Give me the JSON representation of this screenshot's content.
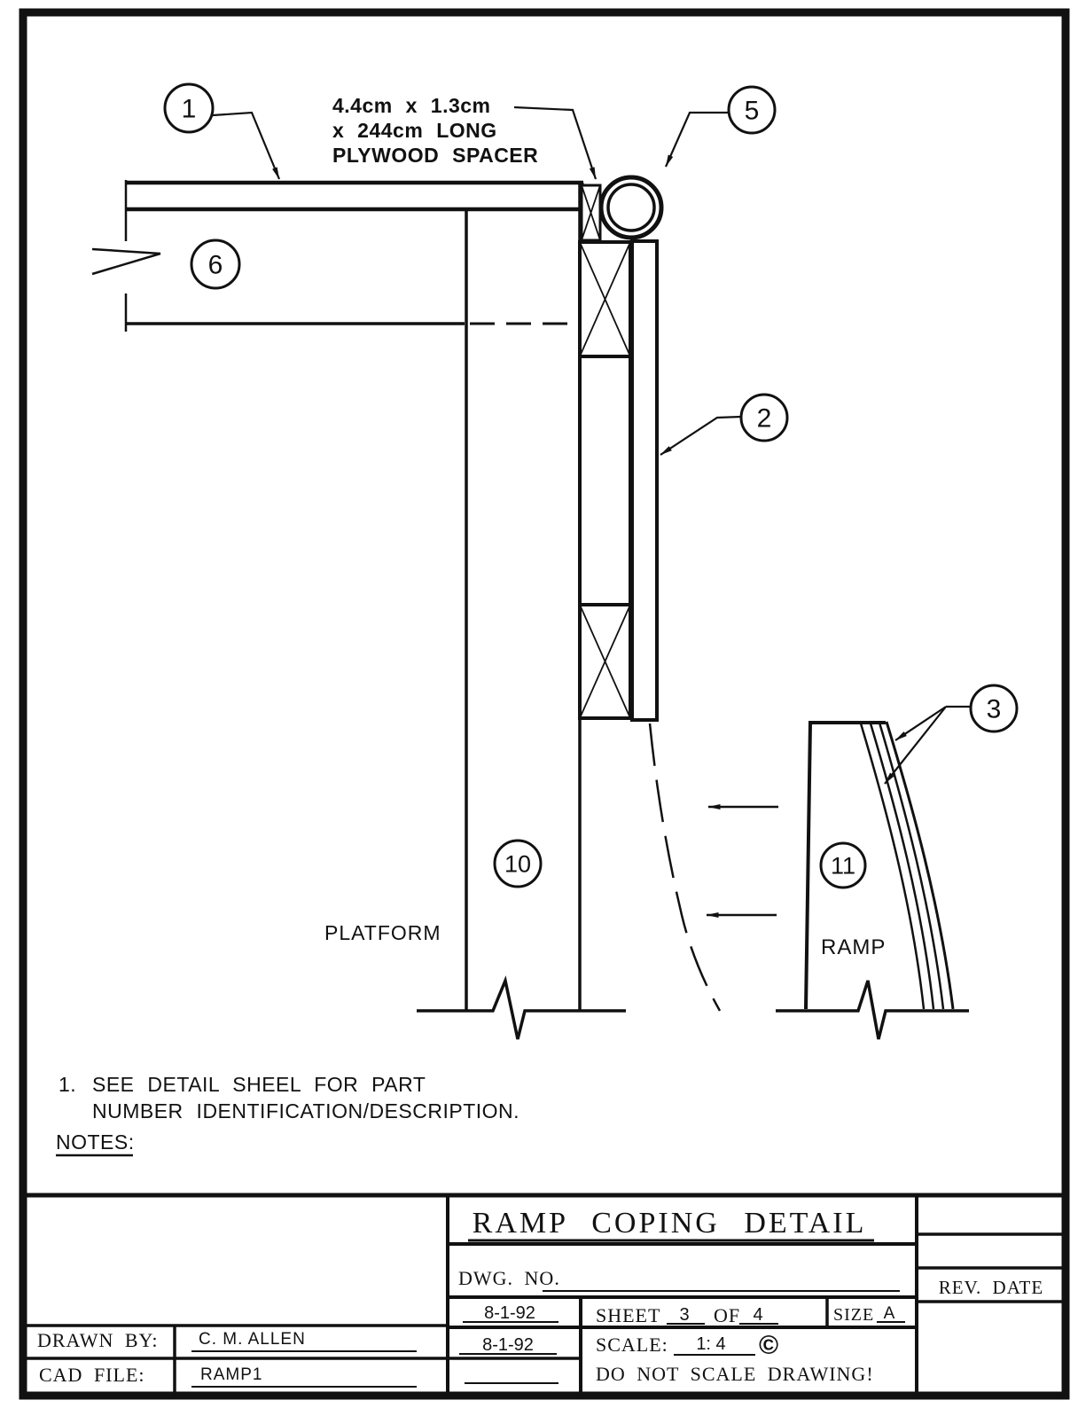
{
  "sheet": {
    "callouts": {
      "c1": "1",
      "c2": "2",
      "c3": "3",
      "c5": "5",
      "c6": "6",
      "c10": "10",
      "c11": "11"
    },
    "spacer_note": {
      "line1": "4.4cm x 1.3cm",
      "line2": "x 244cm LONG",
      "line3": "PLYWOOD SPACER"
    },
    "area_labels": {
      "platform": "PLATFORM",
      "ramp": "RAMP"
    },
    "notes": {
      "item_number": "1.",
      "item_line1": "SEE DETAIL SHEEL FOR PART",
      "item_line2": "NUMBER IDENTIFICATION/DESCRIPTION.",
      "heading": "NOTES:"
    }
  },
  "title_block": {
    "title": "RAMP COPING DETAIL",
    "dwg_no_label": "DWG. NO.",
    "rev_date_label": "REV. DATE",
    "date_top": "8-1-92",
    "date_bottom": "8-1-92",
    "sheet_label": "SHEET",
    "sheet_number": "3",
    "of_label": "OF",
    "sheet_total": "4",
    "size_label": "SIZE",
    "size_value": "A",
    "scale_label": "SCALE:",
    "scale_value": "1: 4",
    "stamp_symbol": "©",
    "do_not_scale": "DO NOT SCALE DRAWING!",
    "drawn_by_label": "DRAWN BY:",
    "drawn_by_value": "C. M. ALLEN",
    "cad_file_label": "CAD FILE:",
    "cad_file_value": "RAMP1"
  },
  "colors": {
    "ink": "#111111",
    "paper": "#ffffff"
  }
}
